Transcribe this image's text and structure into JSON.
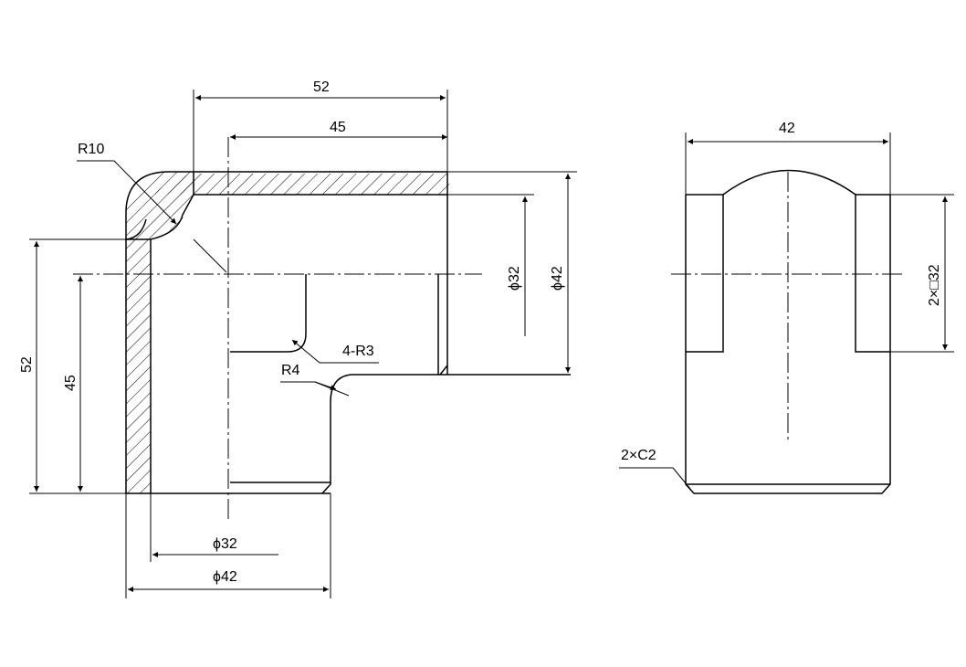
{
  "colors": {
    "line": "#000000",
    "background": "#ffffff"
  },
  "front_view": {
    "radius_outer": "R10",
    "radius_fillets": "4-R3",
    "radius_corner": "R4",
    "dim_top_overall": "52",
    "dim_top_inner": "45",
    "dim_left_overall": "52",
    "dim_left_inner": "45",
    "dim_bore_right": "ϕ32",
    "dim_od_right": "ϕ42",
    "dim_bore_bottom": "ϕ32",
    "dim_od_bottom": "ϕ42"
  },
  "side_view": {
    "dim_width": "42",
    "dim_square": "2×□32",
    "chamfer": "2×C2"
  }
}
